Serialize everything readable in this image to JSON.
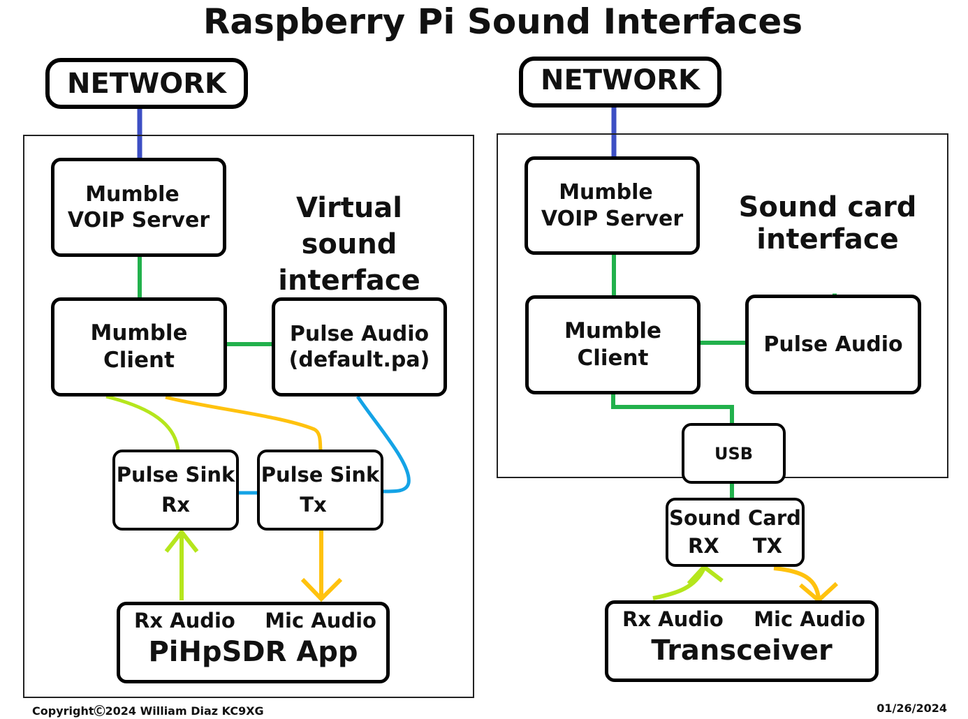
{
  "title": "Raspberry Pi Sound Interfaces",
  "colors": {
    "network_link": "#3d4fc4",
    "green_link": "#22b14c",
    "blue_link": "#14a3e6",
    "rx_link": "#b5e61d",
    "tx_link": "#ffc20e"
  },
  "left": {
    "network": "NETWORK",
    "section_label": [
      "Virtual sound",
      "interface"
    ],
    "voip_server": [
      "Mumble",
      "VOIP Server"
    ],
    "client": [
      "Mumble",
      "Client"
    ],
    "pulse_audio": [
      "Pulse Audio",
      "(default.pa)"
    ],
    "sink_rx": [
      "Pulse Sink",
      "Rx"
    ],
    "sink_tx": [
      "Pulse Sink",
      "Tx"
    ],
    "app": {
      "rx": "Rx Audio",
      "mic": "Mic Audio",
      "name": "PiHpSDR App"
    }
  },
  "right": {
    "network": "NETWORK",
    "section_label": [
      "Sound card",
      "interface"
    ],
    "voip_server": [
      "Mumble",
      "VOIP Server"
    ],
    "client": [
      "Mumble",
      "Client"
    ],
    "pulse_audio": "Pulse Audio",
    "usb": "USB",
    "sound_card": {
      "name": "Sound Card",
      "rx": "RX",
      "tx": "TX"
    },
    "transceiver": {
      "rx": "Rx Audio",
      "mic": "Mic Audio",
      "name": "Transceiver"
    }
  },
  "footer": {
    "copyright": "CopyrightⒸ2024 William Diaz KC9XG",
    "date": "01/26/2024"
  }
}
